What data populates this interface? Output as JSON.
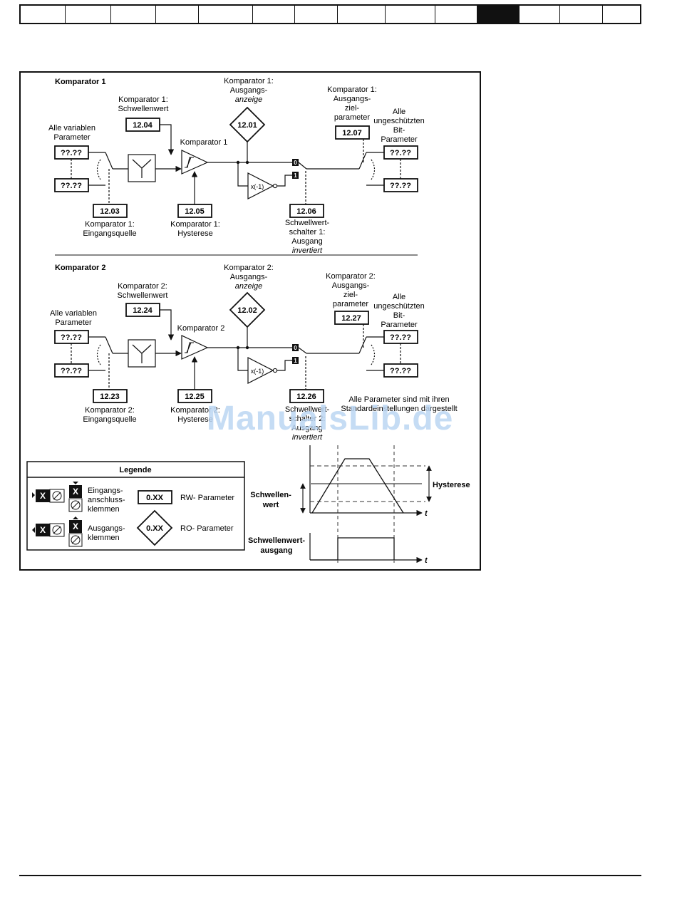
{
  "tabs": [
    {
      "active": false
    },
    {
      "active": false
    },
    {
      "active": false
    },
    {
      "active": false
    },
    {
      "active": false
    },
    {
      "active": false
    },
    {
      "active": false
    },
    {
      "active": false
    },
    {
      "active": false
    },
    {
      "active": false
    },
    {
      "active": true
    },
    {
      "active": false
    },
    {
      "active": false
    },
    {
      "active": false
    }
  ],
  "comp1": {
    "title": "Komparator 1",
    "src_label_l1": "Alle variablen",
    "src_label_l2": "Parameter",
    "param_placeholder": "??.??",
    "threshold_l1": "Komparator 1:",
    "threshold_l2": "Schwellenwert",
    "threshold_param": "12.04",
    "block_label": "Komparator 1",
    "out_ind_l1": "Komparator 1:",
    "out_ind_l2": "Ausgangs-",
    "out_ind_l3": "anzeige",
    "out_ind_param": "12.01",
    "dest_l1": "Komparator 1:",
    "dest_l2": "Ausgangs-",
    "dest_l3": "ziel-",
    "dest_l4": "parameter",
    "dest_param": "12.07",
    "bit_l1": "Alle",
    "bit_l2": "ungeschützten",
    "bit_l3": "Bit-",
    "bit_l4": "Parameter",
    "inv_label": "x(-1)",
    "sw0": "0",
    "sw1": "1",
    "src_param": "12.03",
    "src_name_l1": "Komparator 1:",
    "src_name_l2": "Eingangsquelle",
    "hyst_param": "12.05",
    "hyst_l1": "Komparator 1:",
    "hyst_l2": "Hysterese",
    "invert_param": "12.06",
    "invert_l1": "Schwellwert-",
    "invert_l2": "schalter 1:",
    "invert_l3": "Ausgang",
    "invert_l4": "invertiert"
  },
  "comp2": {
    "title": "Komparator 2",
    "src_label_l1": "Alle variablen",
    "src_label_l2": "Parameter",
    "param_placeholder": "??.??",
    "threshold_l1": "Komparator 2:",
    "threshold_l2": "Schwellenwert",
    "threshold_param": "12.24",
    "block_label": "Komparator 2",
    "out_ind_l1": "Komparator 2:",
    "out_ind_l2": "Ausgangs-",
    "out_ind_l3": "anzeige",
    "out_ind_param": "12.02",
    "dest_l1": "Komparator 2:",
    "dest_l2": "Ausgangs-",
    "dest_l3": "ziel-",
    "dest_l4": "parameter",
    "dest_param": "12.27",
    "bit_l1": "Alle",
    "bit_l2": "ungeschützten",
    "bit_l3": "Bit-",
    "bit_l4": "Parameter",
    "inv_label": "x(-1)",
    "sw0": "0",
    "sw1": "1",
    "src_param": "12.23",
    "src_name_l1": "Komparator 2:",
    "src_name_l2": "Eingangsquelle",
    "hyst_param": "12.25",
    "hyst_l1": "Komparator 2:",
    "hyst_l2": "Hysterese",
    "invert_param": "12.26",
    "invert_l1": "Schwellwert-",
    "invert_l2": "schalter 2:",
    "invert_l3": "Ausgang",
    "invert_l4": "invertiert"
  },
  "defaults_note_l1": "Alle Parameter sind mit ihren",
  "defaults_note_l2": "Standardeinstellungen dargestellt",
  "legend": {
    "title": "Legende",
    "x_glyph": "X",
    "input_l1": "Eingangs-",
    "input_l2": "anschluss-",
    "input_l3": "klemmen",
    "output_l1": "Ausgangs-",
    "output_l2": "klemmen",
    "rw_symbol": "0.XX",
    "rw_label": "RW- Parameter",
    "ro_symbol": "0.XX",
    "ro_label": "RO- Parameter"
  },
  "timing": {
    "threshold_l1": "Schwellen-",
    "threshold_l2": "wert",
    "hysteresis_label": "Hysterese",
    "t_axis": "t",
    "output_l1": "Schwellenwert-",
    "output_l2": "ausgang"
  },
  "watermark": "ManualsLib.de"
}
